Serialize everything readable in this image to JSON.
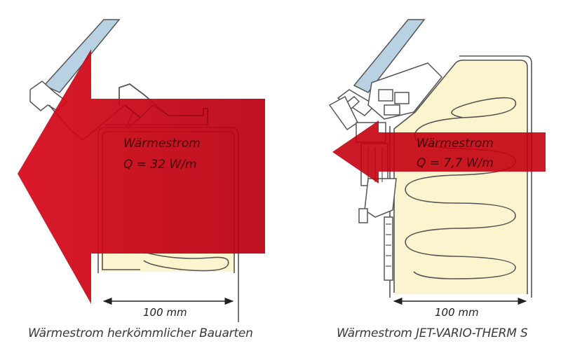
{
  "left_panel": {
    "heat_label": "Wärmestrom",
    "heat_value": "Q = 32 W/m",
    "dimension": "100 mm",
    "caption": "Wärmestrom herkömmlicher Bauarten"
  },
  "right_panel": {
    "heat_label": "Wärmestrom",
    "heat_value": "Q = 7,7 W/m",
    "dimension": "100 mm",
    "caption": "Wärmestrom JET-VARIO-THERM S"
  },
  "colors": {
    "arrow_red": "#c4000f",
    "glass_blue": "#b8d2e3",
    "insulation_cream": "#fbf4cf",
    "outline_gray": "#555555"
  }
}
